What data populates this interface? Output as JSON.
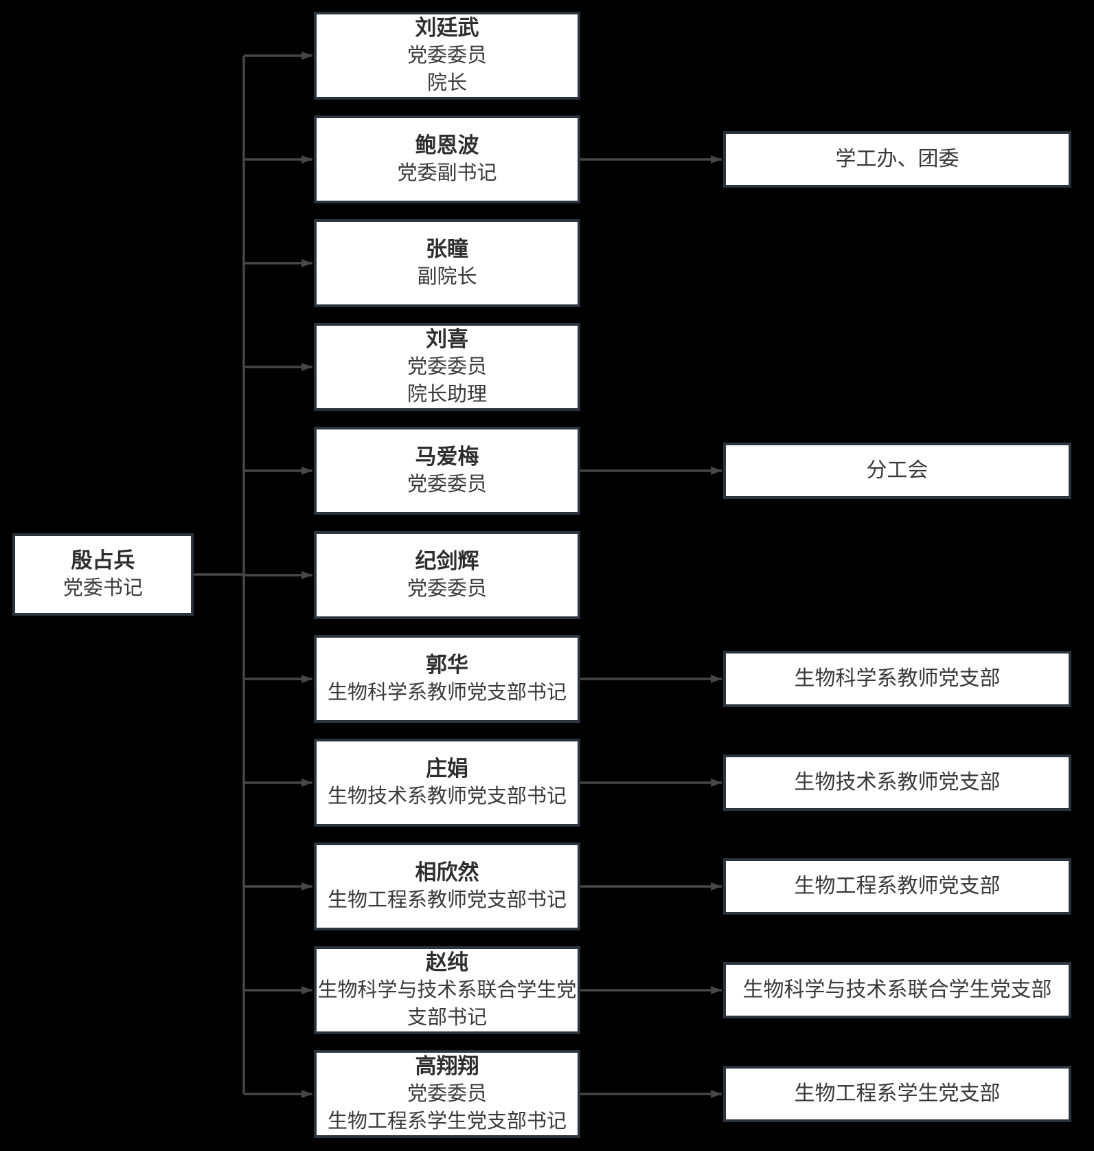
{
  "palette": {
    "background": "#000000",
    "box_fill": "#ffffff",
    "box_border": "#2b333c",
    "text_color": "#333333",
    "connector_color": "#474747"
  },
  "root": {
    "name": "殷占兵",
    "title": "党委书记"
  },
  "members": [
    {
      "name": "刘廷武",
      "roles": [
        "党委委员",
        "院长"
      ]
    },
    {
      "name": "鲍恩波",
      "roles": [
        "党委副书记"
      ],
      "unit": "学工办、团委"
    },
    {
      "name": "张瞳",
      "roles": [
        "副院长"
      ]
    },
    {
      "name": "刘喜",
      "roles": [
        "党委委员",
        "院长助理"
      ]
    },
    {
      "name": "马爱梅",
      "roles": [
        "党委委员"
      ],
      "unit": "分工会"
    },
    {
      "name": "纪剑辉",
      "roles": [
        "党委委员"
      ]
    },
    {
      "name": "郭华",
      "roles": [
        "生物科学系教师党支部书记"
      ],
      "unit": "生物科学系教师党支部"
    },
    {
      "name": "庄娟",
      "roles": [
        "生物技术系教师党支部书记"
      ],
      "unit": "生物技术系教师党支部"
    },
    {
      "name": "相欣然",
      "roles": [
        "生物工程系教师党支部书记"
      ],
      "unit": "生物工程系教师党支部"
    },
    {
      "name": "赵纯",
      "roles": [
        "生物科学与技术系联合学生党支部书记"
      ],
      "unit": "生物科学与技术系联合学生党支部"
    },
    {
      "name": "高翔翔",
      "roles": [
        "党委委员",
        "生物工程系学生党支部书记"
      ],
      "unit": "生物工程系学生党支部"
    }
  ]
}
